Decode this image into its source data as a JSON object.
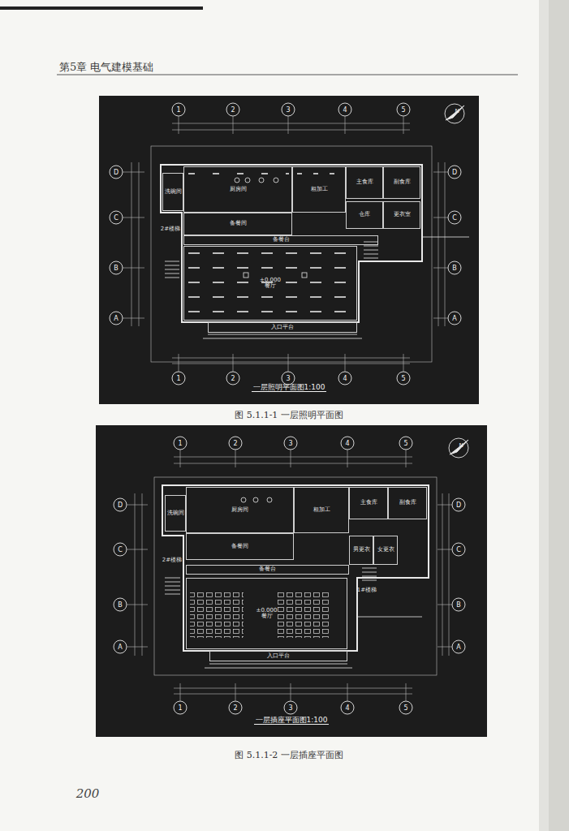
{
  "diagram": {
    "title": "第5章 电气建模基础",
    "nodes": [
      {
        "text": [
          "一层照明平面图1:100"
        ]
      },
      {
        "text": [
          "洗碗间"
        ],
        "in": 0
      },
      {
        "text": [
          "厨房间"
        ],
        "in": 0
      },
      {
        "text": [
          "粗加工"
        ],
        "in": 0
      },
      {
        "text": [
          "主食库"
        ],
        "in": 0
      },
      {
        "text": [
          "副食库"
        ],
        "in": 0
      },
      {
        "text": [
          "备餐间"
        ],
        "in": 0
      },
      {
        "text": [
          "仓库"
        ],
        "in": 0
      },
      {
        "text": [
          "更衣室"
        ],
        "in": 0
      },
      {
        "text": [
          "备餐台"
        ],
        "in": 0
      },
      {
        "text": [
          "±0.000",
          "餐厅"
        ],
        "in": 0
      },
      {
        "text": [
          "入口平台"
        ],
        "in": 0
      },
      {
        "text": [
          "一层插座平面图1:100"
        ]
      },
      {
        "text": [
          "洗碗间"
        ],
        "in": 12
      },
      {
        "text": [
          "厨房间"
        ],
        "in": 12
      },
      {
        "text": [
          "粗加工"
        ],
        "in": 12
      },
      {
        "text": [
          "主食库"
        ],
        "in": 12
      },
      {
        "text": [
          "副食库"
        ],
        "in": 12
      },
      {
        "text": [
          "备餐间"
        ],
        "in": 12
      },
      {
        "text": [
          "男更衣"
        ],
        "in": 12
      },
      {
        "text": [
          "女更衣"
        ],
        "in": 12
      },
      {
        "text": [
          "备餐台"
        ],
        "in": 12
      },
      {
        "text": [
          "±0.000",
          "餐厅"
        ],
        "in": 12
      },
      {
        "text": [
          "入口平台"
        ],
        "in": 12
      }
    ],
    "labels": [
      "1",
      "2",
      "3",
      "4",
      "5",
      "1",
      "2",
      "3",
      "4",
      "5",
      "D",
      "C",
      "B",
      "A",
      "D",
      "C",
      "B",
      "A",
      "N",
      "2#楼梯",
      "图 5.1.1-1 一层照明平面图",
      "1",
      "2",
      "3",
      "4",
      "5",
      "1",
      "2",
      "3",
      "4",
      "5",
      "D",
      "C",
      "B",
      "A",
      "D",
      "C",
      "B",
      "A",
      "N",
      "2#楼梯",
      "1#楼梯",
      "图 5.1.1-2 一层插座平面图",
      "200"
    ]
  }
}
